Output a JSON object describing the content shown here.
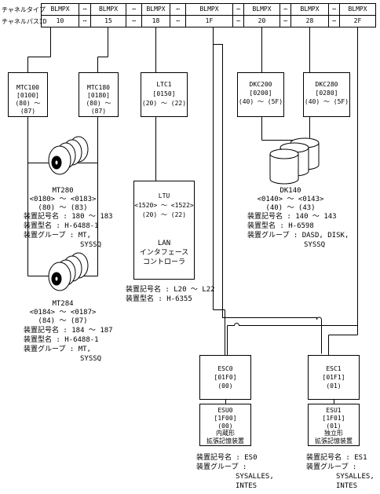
{
  "header": {
    "row1_label": "チャネルタイプ",
    "row2_label": "チャネルパスID",
    "channel_types": [
      "BLMPX",
      "BLMPX",
      "BLMPX",
      "BLMPX",
      "BLMPX",
      "BLMPX",
      "BLMPX"
    ],
    "channel_ids": [
      "10",
      "15",
      "18",
      "1F",
      "20",
      "28",
      "2F"
    ],
    "gap": "⋯"
  },
  "mtc100": {
    "name": "MTC100",
    "addr": "[0100]",
    "range": "(80) ～ (87)"
  },
  "mtc180": {
    "name": "MTC180",
    "addr": "[0180]",
    "range": "(80) ～ (87)"
  },
  "ltc1": {
    "name": "LTC1",
    "addr": "[0150]",
    "range": "(20) ～ (22)"
  },
  "dkc200": {
    "name": "DKC200",
    "addr": "[0200]",
    "range": "(40) ～ (5F)"
  },
  "dkc280": {
    "name": "DKC280",
    "addr": "[0280]",
    "range": "(40) ～ (5F)"
  },
  "mt280": {
    "name": "MT280",
    "range1": "<0180> ～ <0183>",
    "range2": "(80) ～ (83)",
    "l1": "装置記号名 : 180 ～ 183",
    "l2": "装置型名 : H-6488-1",
    "l3": "装置グループ : MT,",
    "l4": "SYSSQ"
  },
  "mt284": {
    "name": "MT284",
    "range1": "<0184> ～ <0187>",
    "range2": "(84) ～ (87)",
    "l1": "装置記号名 : 184 ～ 187",
    "l2": "装置型名 : H-6488-1",
    "l3": "装置グループ : MT,",
    "l4": "SYSSQ"
  },
  "ltu": {
    "name": "LTU",
    "range1": "<1520> ～ <1522>",
    "range2": "(20) ～ (22)",
    "lan": "LAN",
    "lan2": "インタフェース",
    "lan3": "コントローラ"
  },
  "ltu_info": {
    "l1": "装置記号名 : L20 ～ L22",
    "l2": "装置型名 : H-6355"
  },
  "dk140": {
    "name": "DK140",
    "range1": "<0140> ～ <0143>",
    "range2": "(40) ～ (43)",
    "l1": "装置記号名 : 140 ～ 143",
    "l2": "装置型名 : H-6598",
    "l3": "装置グループ : DASD, DISK,",
    "l4": "SYSSQ"
  },
  "esc0": {
    "name": "ESC0",
    "addr": "[01F0]",
    "range": "(00)"
  },
  "esc1": {
    "name": "ESC1",
    "addr": "[01F1]",
    "range": "(01)"
  },
  "esu0": {
    "name": "ESU0",
    "addr": "[1F00]",
    "range": "(00)",
    "t1": "内蔵形",
    "t2": "拡張記憶装置"
  },
  "esu1": {
    "name": "ESU1",
    "addr": "[1F01]",
    "range": "(01)",
    "t1": "独立形",
    "t2": "拡張記憶装置"
  },
  "esu0_info": {
    "l1": "装置記号名 : ES0",
    "l2": "装置グループ :",
    "l3": "SYSALLES,",
    "l4": "INTES"
  },
  "esu1_info": {
    "l1": "装置記号名 : ES1",
    "l2": "装置グループ :",
    "l3": "SYSALLES,",
    "l4": "INTES"
  }
}
